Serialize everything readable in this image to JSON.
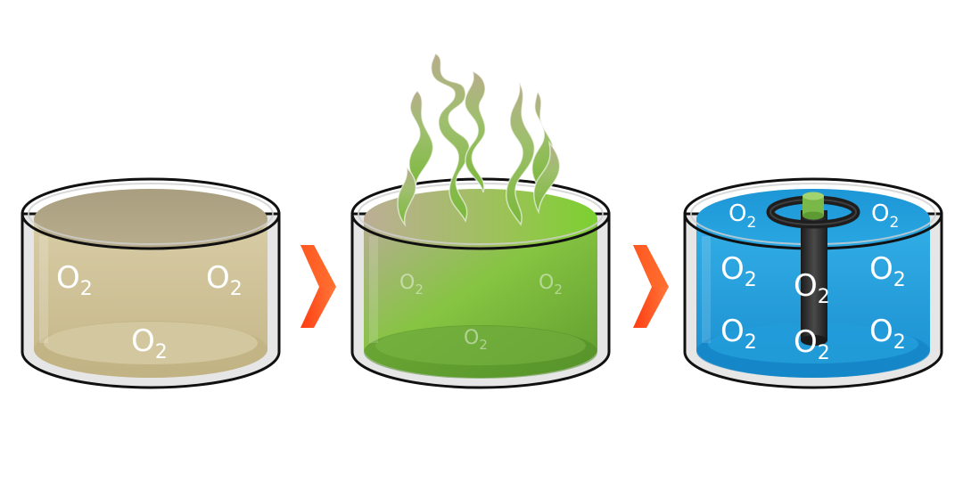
{
  "diagram": {
    "stages": [
      {
        "id": "stage-1",
        "state": "oxygenated-water",
        "liquid_color": "#cfc29a",
        "labels": [
          {
            "base": "O",
            "sub": "2"
          },
          {
            "base": "O",
            "sub": "2"
          },
          {
            "base": "O",
            "sub": "2"
          }
        ]
      },
      {
        "id": "stage-2",
        "state": "green-fumes",
        "liquid_color": "#7cc23a",
        "fume_color": "#8fc23e",
        "labels": [
          {
            "base": "O",
            "sub": "2"
          },
          {
            "base": "O",
            "sub": "2"
          },
          {
            "base": "O",
            "sub": "2"
          }
        ]
      },
      {
        "id": "stage-3",
        "state": "aerated-blue-water",
        "liquid_color": "#27a3df",
        "device_color": "#2b2b2b",
        "device_top_color": "#7bb84a",
        "labels": [
          {
            "base": "O",
            "sub": "2"
          },
          {
            "base": "O",
            "sub": "2"
          },
          {
            "base": "O",
            "sub": "2"
          },
          {
            "base": "O",
            "sub": "2"
          },
          {
            "base": "O",
            "sub": "2"
          },
          {
            "base": "O",
            "sub": "2"
          },
          {
            "base": "O",
            "sub": "2"
          },
          {
            "base": "O",
            "sub": "2"
          }
        ]
      }
    ],
    "arrow_color": "#ff4a1a",
    "arrow_icon": "arrow-right-icon",
    "tank_icon": "tank-icon"
  }
}
